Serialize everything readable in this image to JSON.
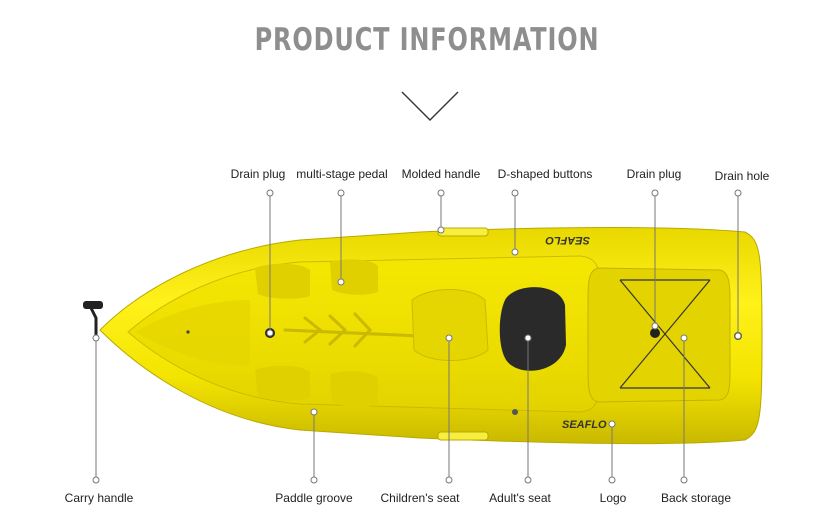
{
  "title": "PRODUCT INFORMATION",
  "colors": {
    "hull": "#f0e000",
    "hull_shadow": "#b8a800",
    "seat": "#2a2a2a",
    "title": "#8e8e8e"
  },
  "brand_text": "SEAFLO",
  "labels": {
    "drain_plug_front": "Drain plug",
    "multi_stage_pedal": "multi-stage pedal",
    "molded_handle": "Molded handle",
    "d_shaped_buttons": "D-shaped buttons",
    "drain_plug_rear": "Drain plug",
    "drain_hole": "Drain hole",
    "carry_handle": "Carry handle",
    "paddle_groove": "Paddle groove",
    "childrens_seat": "Children's seat",
    "adults_seat": "Adult's seat",
    "logo": "Logo",
    "back_storage": "Back storage"
  }
}
